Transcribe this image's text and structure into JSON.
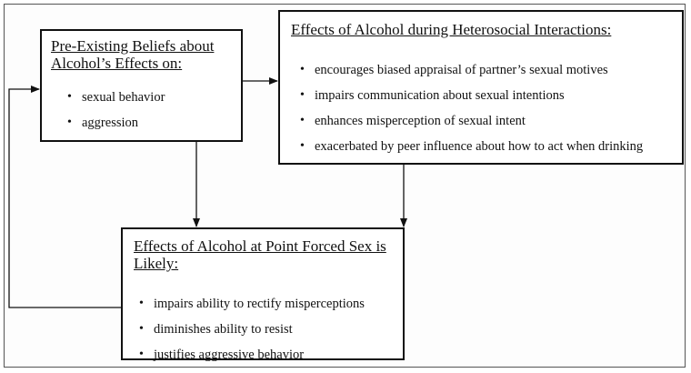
{
  "diagram": {
    "beliefs": {
      "title": "Pre-Existing Beliefs about Alcohol’s Effects on:",
      "items": [
        "sexual behavior",
        "aggression"
      ]
    },
    "heterosocial": {
      "title": "Effects of Alcohol during Heterosocial Interactions:",
      "items": [
        "encourages biased appraisal of partner’s sexual motives",
        "impairs communication about sexual intentions",
        "enhances misperception of sexual intent",
        "exacerbated by peer influence about how to act when drinking"
      ]
    },
    "forced": {
      "title": "Effects of Alcohol at Point Forced Sex is Likely:",
      "items": [
        "impairs ability to rectify misperceptions",
        "diminishes ability to resist",
        "justifies aggressive behavior"
      ]
    },
    "bullet": "•"
  }
}
